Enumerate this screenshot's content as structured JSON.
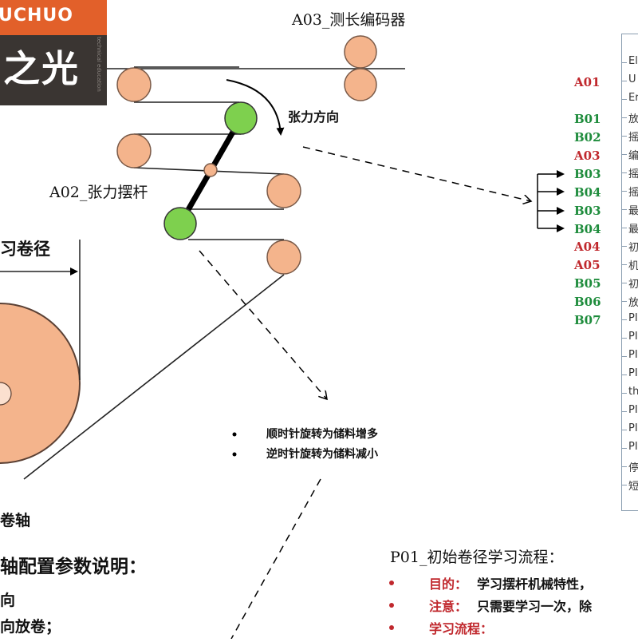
{
  "logo": {
    "top_text": "UCHUO",
    "main_text": "之光",
    "side_text": "technical education"
  },
  "labels": {
    "encoder": "A03_测长编码器",
    "tension_dir": "张力方向",
    "dancer": "A02_张力摆杆",
    "diameter": "习卷径",
    "reel": "卷轴",
    "bullet1": "顺时针旋转为储料增多",
    "bullet2": "逆时针旋转为储料减小",
    "bottom_title": "轴配置参数说明：",
    "bottom_l1": "向",
    "bottom_l2": "向放卷；",
    "p01_title": "P01_初始卷径学习流程：",
    "p01_goal_label": "目的：",
    "p01_goal_text": "学习摆杆机械特性，",
    "p01_note_label": "注意：",
    "p01_note_text": "只需要学习一次，除",
    "p01_flow_label": "学习流程："
  },
  "codes": [
    {
      "code": "A01",
      "color": "#c0282d"
    },
    {
      "code": "B01",
      "color": "#1e8c3c"
    },
    {
      "code": "B02",
      "color": "#1e8c3c"
    },
    {
      "code": "A03",
      "color": "#c0282d"
    },
    {
      "code": "B03",
      "color": "#1e8c3c"
    },
    {
      "code": "B04",
      "color": "#1e8c3c"
    },
    {
      "code": "B03",
      "color": "#1e8c3c"
    },
    {
      "code": "B04",
      "color": "#1e8c3c"
    },
    {
      "code": "A04",
      "color": "#c0282d"
    },
    {
      "code": "A05",
      "color": "#c0282d"
    },
    {
      "code": "B05",
      "color": "#1e8c3c"
    },
    {
      "code": "B06",
      "color": "#1e8c3c"
    },
    {
      "code": "B07",
      "color": "#1e8c3c"
    }
  ],
  "legend_items": [
    "El",
    "U",
    "Er",
    "放",
    "摇",
    "编",
    "摇",
    "摇",
    "最",
    "最",
    "初",
    "机",
    "初",
    "放",
    "PI",
    "PI",
    "PI",
    "PI",
    "th",
    "PI",
    "PI",
    "PI",
    "停",
    "短"
  ],
  "colors": {
    "roller": "#f4b48c",
    "roller_edge": "#7a5a48",
    "dancer_roller": "#7ed04e",
    "red_code": "#c0282d",
    "green_code": "#1e8c3c"
  }
}
